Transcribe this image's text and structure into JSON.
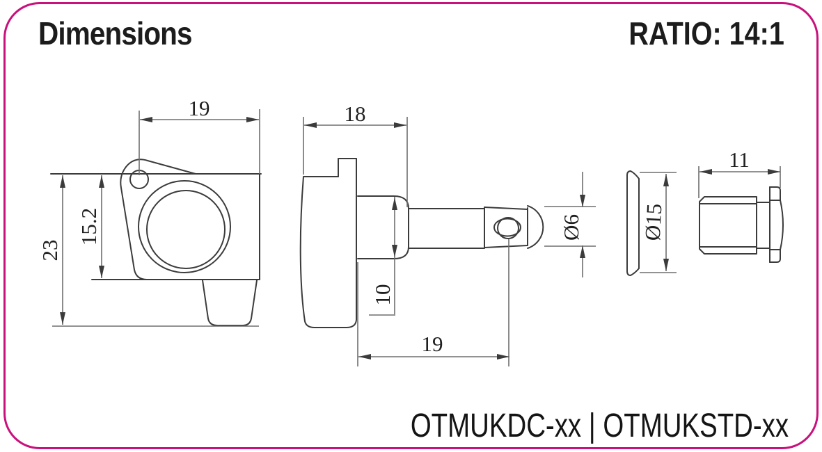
{
  "sheet": {
    "title": "Dimensions",
    "ratio": "RATIO: 14:1",
    "model_codes": "OTMUKDC-xx | OTMUKSTD-xx"
  },
  "colors": {
    "frame_border": "#c9117c",
    "part_outline": "#3b3b3b",
    "dimension_line": "#6e6e6e",
    "text": "#1c1c1c",
    "background": "#ffffff"
  },
  "dimensions": {
    "front_view": {
      "head_width": "19",
      "overall_height": "23",
      "housing_height": "15.2"
    },
    "side_view": {
      "button_depth": "18",
      "collar_length": "10",
      "post_length": "19",
      "post_diameter": "Ø6"
    },
    "washer": {
      "outer_diameter": "Ø15"
    },
    "bushing": {
      "length": "11"
    }
  }
}
